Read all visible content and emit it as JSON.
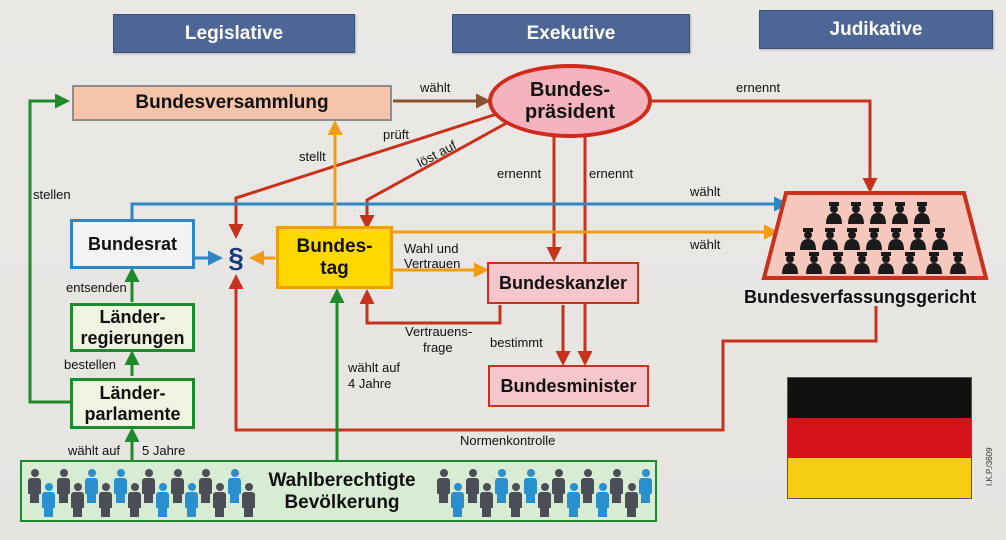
{
  "headers": {
    "legislative": "Legislative",
    "executive": "Exekutive",
    "judicative": "Judikative"
  },
  "nodes": {
    "bundesversammlung": "Bundesversammlung",
    "bundespraesident_1": "Bundes-",
    "bundespraesident_2": "präsident",
    "bundesrat": "Bundesrat",
    "bundestag_1": "Bundes-",
    "bundestag_2": "tag",
    "paragraph": "§",
    "bundeskanzler": "Bundeskanzler",
    "bundesminister": "Bundesminister",
    "bundesverfassungsgericht": "Bundesverfassungsgericht",
    "laenderregierungen_1": "Länder-",
    "laenderregierungen_2": "regierungen",
    "laenderparlamente_1": "Länder-",
    "laenderparlamente_2": "parlamente",
    "bevoelkerung_1": "Wahlberechtigte",
    "bevoelkerung_2": "Bevölkerung"
  },
  "edge_labels": {
    "waehlt_bp": "wählt",
    "ernennt_bvg": "ernennt",
    "prueft": "prüft",
    "stellt": "stellt",
    "loest_auf": "löst auf",
    "ernennt_1": "ernennt",
    "ernennt_2": "ernennt",
    "stellen": "stellen",
    "waehlt_br": "wählt",
    "waehlt_bt": "wählt",
    "wahl_und": "Wahl und",
    "vertrauen": "Vertrauen",
    "entsenden": "entsenden",
    "vertrauensfrage_1": "Vertrauens-",
    "vertrauensfrage_2": "frage",
    "bestimmt": "bestimmt",
    "bestellen": "bestellen",
    "waehlt_auf_4_1": "wählt auf",
    "waehlt_auf_4_2": "4 Jahre",
    "waehlt_auf_5_1": "wählt auf",
    "waehlt_auf_5_2": "5 Jahre",
    "normenkontrolle": "Normenkontrolle"
  },
  "flag_colors": [
    "#111111",
    "#d7131a",
    "#f5cd14"
  ],
  "credit": "I.K.P./3609",
  "colors": {
    "header_bg": "#4d6695",
    "red": "#c8321c",
    "green": "#1f8a2b",
    "orange": "#f29c11",
    "blue": "#2f86c4",
    "brown": "#8a5432",
    "people_blue": "#2a8fcf",
    "people_gray": "#4b4e56"
  }
}
